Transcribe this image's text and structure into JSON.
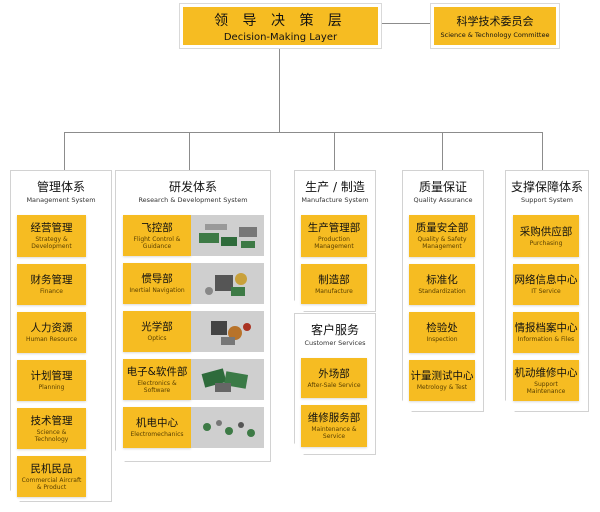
{
  "decision": {
    "zh": "领 导 决 策 层",
    "en": "Decision-Making Layer"
  },
  "committee": {
    "zh": "科学技术委员会",
    "en": "Science & Technology Committee"
  },
  "columns": [
    {
      "zh": "管理体系",
      "en": "Management System",
      "units": [
        {
          "zh": "经营管理",
          "en": "Strategy & Development"
        },
        {
          "zh": "财务管理",
          "en": "Finance"
        },
        {
          "zh": "人力资源",
          "en": "Human Resource"
        },
        {
          "zh": "计划管理",
          "en": "Planning"
        },
        {
          "zh": "技术管理",
          "en": "Science & Technology"
        },
        {
          "zh": "民机民品",
          "en": "Commercial Aircraft & Product"
        }
      ]
    },
    {
      "zh": "研发体系",
      "en": "Research & Development System",
      "units": [
        {
          "zh": "飞控部",
          "en": "Flight Control & Guidance"
        },
        {
          "zh": "惯导部",
          "en": "Inertial Navigation"
        },
        {
          "zh": "光学部",
          "en": "Optics"
        },
        {
          "zh": "电子&软件部",
          "en": "Electronics & Software"
        },
        {
          "zh": "机电中心",
          "en": "Electromechanics"
        }
      ]
    },
    {
      "zh": "生产 / 制造",
      "en": "Manufacture System",
      "units": [
        {
          "zh": "生产管理部",
          "en": "Production Management"
        },
        {
          "zh": "制造部",
          "en": "Manufacture"
        }
      ],
      "sub": {
        "zh": "客户服务",
        "en": "Customer Services",
        "units": [
          {
            "zh": "外场部",
            "en": "After-Sale Service"
          },
          {
            "zh": "维修服务部",
            "en": "Maintenance & Service"
          }
        ]
      }
    },
    {
      "zh": "质量保证",
      "en": "Quality Assurance",
      "units": [
        {
          "zh": "质量安全部",
          "en": "Quality & Safety Management"
        },
        {
          "zh": "标准化",
          "en": "Standardization"
        },
        {
          "zh": "检验处",
          "en": "Inspection"
        },
        {
          "zh": "计量测试中心",
          "en": "Metrology & Test"
        }
      ]
    },
    {
      "zh": "支撑保障体系",
      "en": "Support System",
      "units": [
        {
          "zh": "采购供应部",
          "en": "Purchasing"
        },
        {
          "zh": "网络信息中心",
          "en": "IT Service"
        },
        {
          "zh": "情报档案中心",
          "en": "Information & Files"
        },
        {
          "zh": "机动维修中心",
          "en": "Support Maintenance"
        }
      ]
    }
  ],
  "colors": {
    "accent": "#f6bc22",
    "connector": "#8c8c8c",
    "panel_border": "#d2d2d2"
  }
}
